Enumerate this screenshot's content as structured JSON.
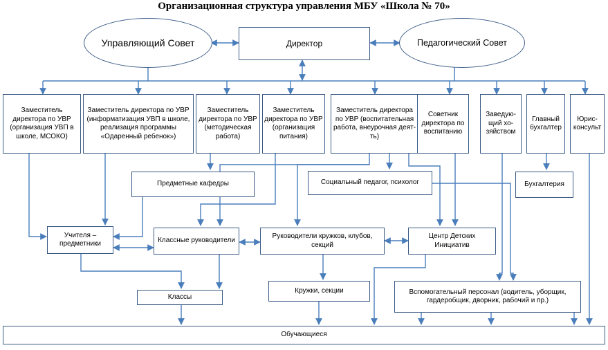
{
  "title": "Организационная структура управления МБУ «Школа № 70»",
  "colors": {
    "line": "#4a7ebb",
    "border": "#3a5a85"
  },
  "nodes": {
    "council": "Управляющий Совет",
    "director": "Директор",
    "ped_council": "Педагогический Совет",
    "dep_org": "Заместитель директора по УВР (организация УВП в школе, МСОКО)",
    "dep_info": "Заместитель директора по УВР (информатизация УВП в школе, реализация программы «Одаренный ребенок»)",
    "dep_method": "Заместитель директора по УВР (методическая работа)",
    "dep_food": "Заместитель директора по УВР (организация питания)",
    "dep_edu": "Заместитель директора по УВР (воспитательная работа, внеурочная деят-ть)",
    "advisor": "Советник директора по воспитанию",
    "household": "Заведую-щий хо-зяйством",
    "accountant": "Главный бухгалтер",
    "lawyer": "Юрис-консульт",
    "depts": "Предметные кафедры",
    "social": "Социальный педагог, психолог",
    "accounting": "Бухгалтерия",
    "teachers": "Учителя – предметники",
    "class_teachers": "Классные руководители",
    "club_heads": "Руководители кружков, клубов, секций",
    "center": "Центр Детских Инициатив",
    "classes": "Классы",
    "clubs": "Кружки, секции",
    "support": "Вспомогательный персонал (водитель, уборщик, гардеробщик, дворник, рабочий и пр.)",
    "students": "Обучающиеся"
  }
}
